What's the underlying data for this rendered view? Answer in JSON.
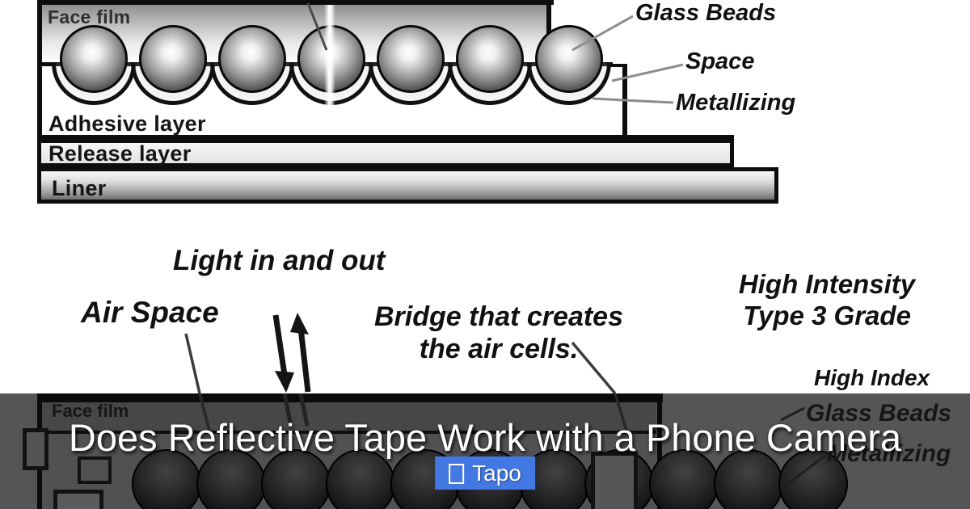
{
  "colors": {
    "button_blue": "#4377E2",
    "overlay_gray": "#555557",
    "title_white": "#FFFFFF"
  },
  "top_diagram": {
    "face_film_label": "Face film",
    "adhesive_layer_label": "Adhesive layer",
    "release_layer_label": "Release layer",
    "liner_label": "Liner",
    "glass_beads_label": "Glass Beads",
    "space_label": "Space",
    "metallizing_label": "Metallizing"
  },
  "middle_labels": {
    "light_in_out": "Light in and out",
    "air_space": "Air Space",
    "bridge_line1": "Bridge that creates",
    "bridge_line2": "the air cells.",
    "grade_line1": "High Intensity",
    "grade_line2": "Type 3 Grade",
    "high_index": "High Index"
  },
  "bottom_diagram": {
    "face_film_label": "Face film",
    "glass_beads_label": "Glass Beads",
    "metallizing_label": "Metallizing"
  },
  "caption": {
    "title": "Does Reflective Tape Work with a Phone Camera",
    "button": {
      "label": "Tapo",
      "icon": "placeholder-box-icon"
    }
  }
}
